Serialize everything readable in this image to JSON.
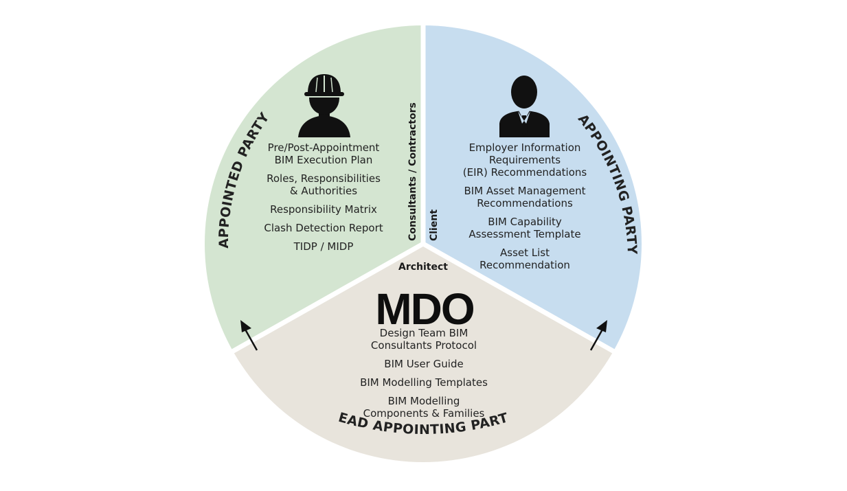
{
  "colors": {
    "appointed_party_bg": "#d4e5d1",
    "appointing_party_bg": "#c7ddef",
    "lead_appointing_party_bg": "#e8e4dc",
    "divider": "#ffffff",
    "text": "#222222"
  },
  "segments": {
    "appointed": {
      "title": "APPOINTED PARTY",
      "role_label": "Consultants / Contractors",
      "icon": "construction-worker-icon",
      "items": [
        [
          "Pre/Post-Appointment",
          "BIM Execution Plan"
        ],
        [
          "Roles, Responsibilities",
          "& Authorities"
        ],
        [
          "Responsibility Matrix"
        ],
        [
          "Clash Detection Report"
        ],
        [
          "TIDP / MIDP"
        ]
      ]
    },
    "appointing": {
      "title": "APPOINTING PARTY",
      "role_label": "Client",
      "icon": "businessman-icon",
      "items": [
        [
          "Employer Information",
          "Requirements",
          "(EIR) Recommendations"
        ],
        [
          "BIM Asset Management",
          "Recommendations"
        ],
        [
          "BIM Capability",
          "Assessment Template"
        ],
        [
          "Asset List",
          "Recommendation"
        ]
      ]
    },
    "lead": {
      "title": "LEAD APPOINTING PARTY",
      "role_label": "Architect",
      "logo_text": "MDO",
      "items": [
        [
          "Design Team BIM",
          "Consultants Protocol"
        ],
        [
          "BIM User Guide"
        ],
        [
          "BIM Modelling Templates"
        ],
        [
          "BIM Modelling",
          "Components & Families"
        ]
      ]
    }
  },
  "arrows": [
    "arrow-up-left-icon",
    "arrow-up-right-icon"
  ]
}
